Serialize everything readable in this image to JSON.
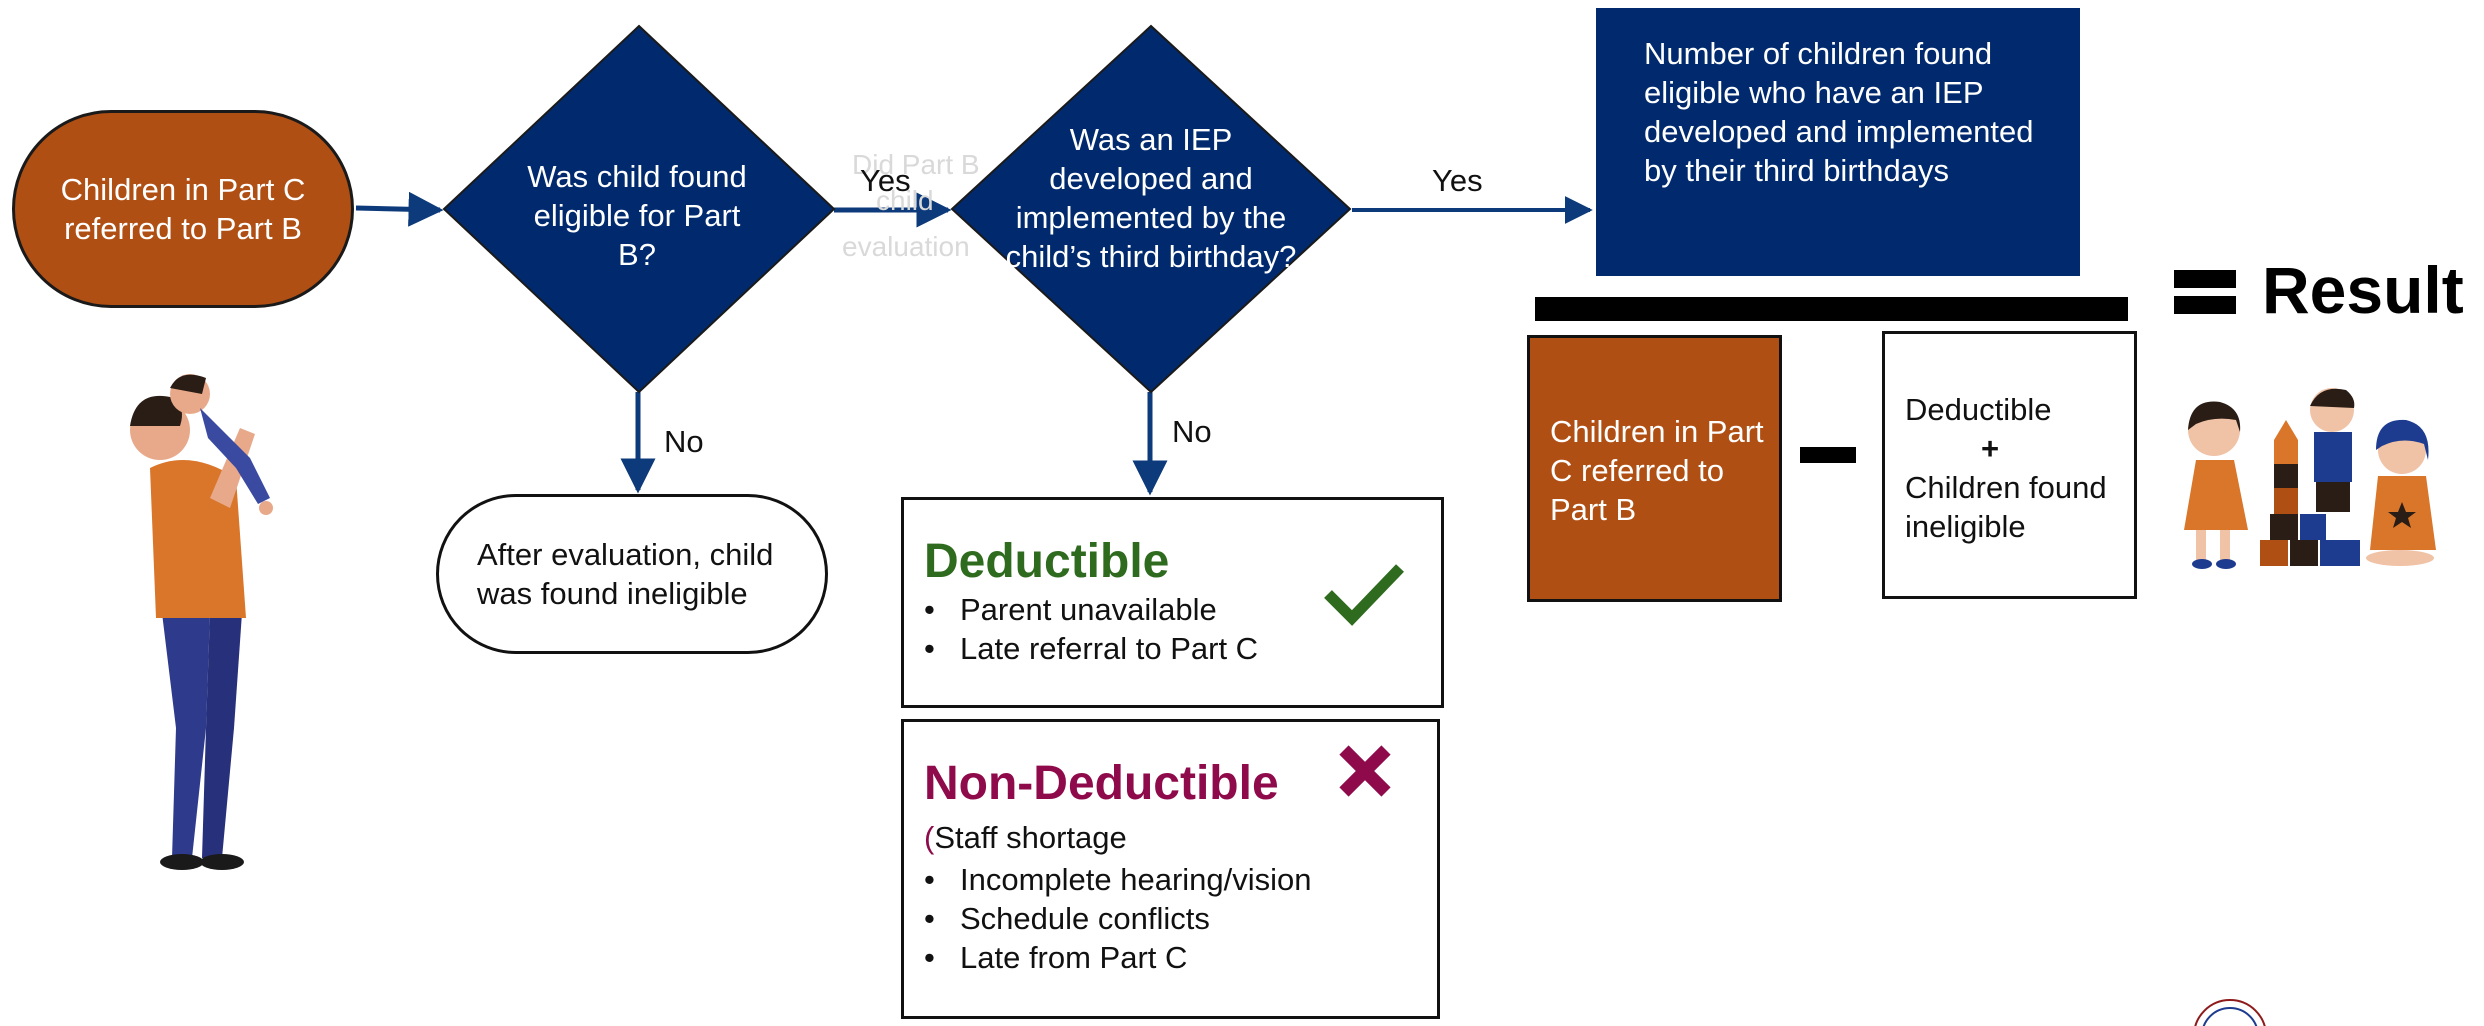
{
  "start_node": {
    "text": "Children in Part C referred to Part B"
  },
  "decision_eligible": {
    "text": "Was child found eligible for Part B?"
  },
  "decision_iep": {
    "text": "Was an IEP developed and implemented by the child’s third birthday?"
  },
  "edges": {
    "yes_1": "Yes",
    "yes_2": "Yes",
    "no_1": "No",
    "no_2": "No"
  },
  "ghost_text": {
    "line1": "Did Part B",
    "line2": "child",
    "line3": "evaluation"
  },
  "ineligible_node": {
    "text": "After evaluation, child was found ineligible"
  },
  "numerator_box": {
    "text": "Number of children found eligible who have an IEP developed and implemented by their third birthdays"
  },
  "result_label": "Result",
  "denominator_left": {
    "text": "Children in Part C referred to Part B"
  },
  "denominator_right": {
    "line1": "Deductible",
    "plus": "+",
    "line2": "Children found ineligible"
  },
  "deductible_box": {
    "title": "Deductible",
    "items": [
      "Parent unavailable",
      "Late referral to Part C"
    ]
  },
  "non_deductible_box": {
    "title": "Non-Deductible",
    "lead": "Staff shortage",
    "lead_mark": "(",
    "items": [
      "Incomplete hearing/vision",
      "Schedule conflicts",
      "Late from Part C"
    ]
  },
  "colors": {
    "navy": "#012a6e",
    "rust": "#b04f14",
    "deductible_green": "#2e6b1e",
    "non_deductible_maroon": "#8e0a4a"
  },
  "icons": [
    "check-icon",
    "x-mark-icon",
    "parent-child-illustration",
    "kids-blocks-illustration",
    "seal-logo"
  ]
}
